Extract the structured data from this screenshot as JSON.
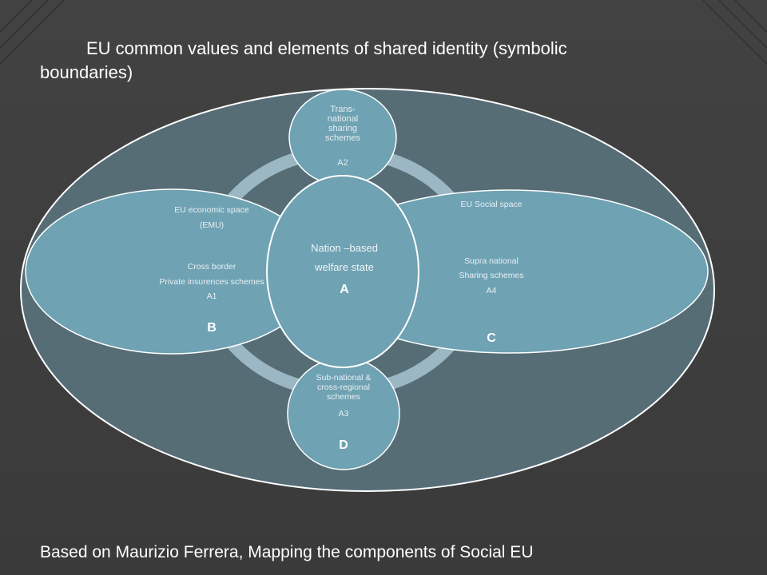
{
  "title": "EU common  values and elements of shared identity (symbolic boundaries)",
  "footer": "Based on Maurizio Ferrera, Mapping the components of Social EU",
  "colors": {
    "background": "#3d3d3d",
    "outer_ellipse": "#566d76",
    "node_fill": "#6fa2b3",
    "ring": "#9ab7c3",
    "text": "#ffffff"
  },
  "nodes": {
    "center": {
      "line1": "Nation –based",
      "line2": "welfare state",
      "letter": "A"
    },
    "top": {
      "line1": "Trans-",
      "line2": "national",
      "line3": "sharing",
      "line4": "schemes",
      "code": "A2"
    },
    "left": {
      "title1": "EU economic space",
      "title2": "(EMU)",
      "line1": "Cross border",
      "line2": "Private insurences schemes",
      "code": "A1",
      "letter": "B"
    },
    "right": {
      "title1": "EU Social space",
      "line1": "Supra national",
      "line2": "Sharing schemes",
      "code": "A4",
      "letter": "C"
    },
    "bottom": {
      "line1": "Sub-national &",
      "line2": "cross-regional",
      "line3": "schemes",
      "code": "A3",
      "letter": "D"
    }
  }
}
